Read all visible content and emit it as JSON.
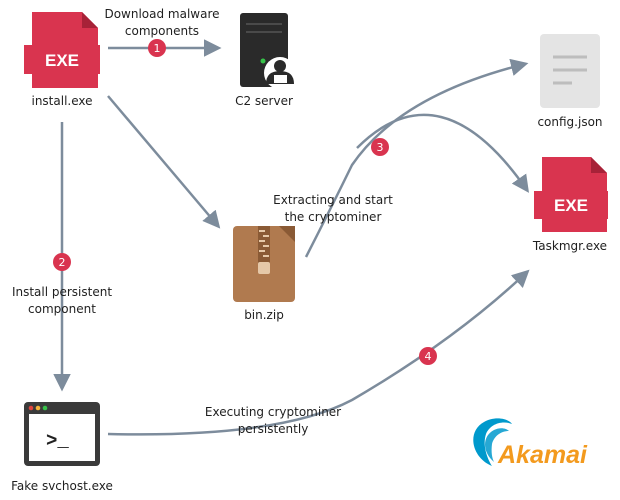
{
  "nodes": {
    "install": {
      "icon_text": "EXE",
      "label": "install.exe"
    },
    "c2": {
      "label": "C2 server"
    },
    "config": {
      "label": "config.json"
    },
    "taskmgr": {
      "icon_text": "EXE",
      "label": "Taskmgr.exe"
    },
    "binzip": {
      "label": "bin.zip"
    },
    "svchost": {
      "prompt": ">_",
      "label": "Fake svchost.exe"
    }
  },
  "steps": [
    {
      "number": "1",
      "lines": [
        "Download malware",
        "components"
      ]
    },
    {
      "number": "2",
      "lines": [
        "Install persistent",
        "component"
      ]
    },
    {
      "number": "3",
      "lines": [
        "Extracting and start",
        "the cryptominer"
      ]
    },
    {
      "number": "4",
      "lines": [
        "Executing cryptominer",
        "persistently"
      ]
    }
  ],
  "brand": {
    "name": "Akamai"
  },
  "colors": {
    "exe_red": "#d9344f",
    "badge_red": "#d9344f",
    "arrow": "#7d8c9c",
    "server": "#2a2a2a",
    "zip": "#b07a4f",
    "doc": "#e4e4e4",
    "terminal": "#3a3a3a",
    "akamai_blue": "#0099cc",
    "akamai_orange": "#f39a1e"
  }
}
